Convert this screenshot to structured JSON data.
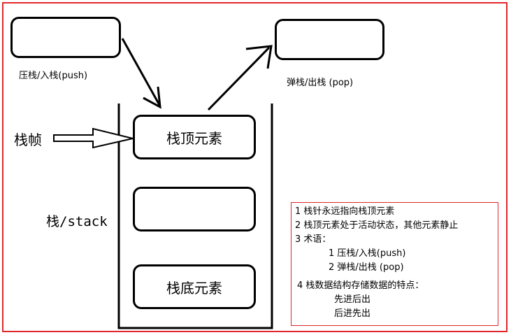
{
  "push_label": "压栈/入栈(push)",
  "pop_label": "弹栈/出栈 (pop)",
  "frame_label": "栈帧",
  "stack_label": "栈/stack",
  "stack": {
    "top_element": "栈顶元素",
    "middle_element": "",
    "bottom_element": "栈底元素"
  },
  "notes": {
    "line1": "1 栈针永远指向栈顶元素",
    "line2": "2 栈顶元素处于活动状态，其他元素静止",
    "line3": "3 术语：",
    "line3a": "1 压栈/入栈(push)",
    "line3b": "2 弹栈/出栈 (pop)",
    "line4": "4 栈数据结构存储数据的特点：",
    "line4a": "先进后出",
    "line4b": "后进先出"
  },
  "colors": {
    "frame_border": "#e0272c",
    "stroke": "#000000"
  }
}
